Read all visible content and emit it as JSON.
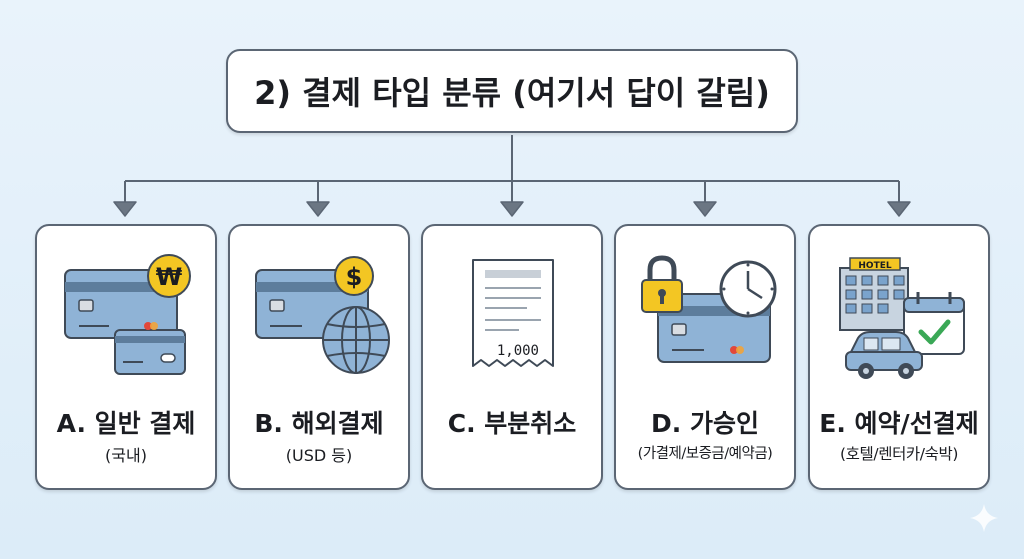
{
  "title": "2) 결제 타입 분류 (여기서 답이 갈림)",
  "colors": {
    "border": "#5b6674",
    "card_blue": "#8fb3d6",
    "coin": "#f3c623",
    "check": "#3aa856"
  },
  "cards": [
    {
      "title": "A. 일반 결제",
      "subtitle": "(국내)",
      "icon": "credit-cards-won-coin-icon"
    },
    {
      "title": "B. 해외결제",
      "subtitle": "(USD 등)",
      "icon": "card-dollar-globe-icon"
    },
    {
      "title": "C. 부분취소",
      "subtitle": "",
      "icon": "receipt-icon",
      "receipt_amount": "1,000"
    },
    {
      "title": "D. 가승인",
      "subtitle": "(가결제/보증금/예약금)",
      "icon": "card-lock-clock-icon"
    },
    {
      "title": "E. 예약/선결제",
      "subtitle": "(호텔/렌터카/숙박)",
      "icon": "hotel-car-calendar-icon",
      "hotel_sign": "HOTEL"
    }
  ],
  "coins": {
    "won": "₩",
    "dollar": "$"
  }
}
